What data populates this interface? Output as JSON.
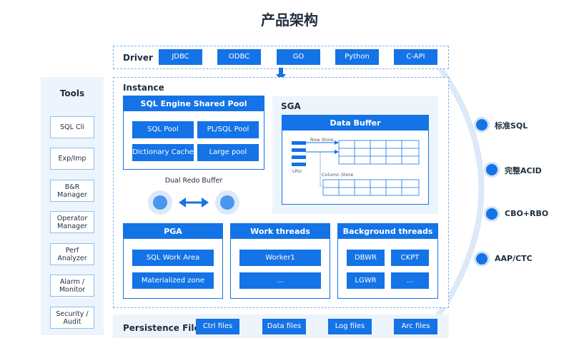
{
  "title": "产品架构",
  "driver": {
    "label": "Driver",
    "items": [
      "JDBC",
      "ODBC",
      "GO",
      "Python",
      "C-API"
    ]
  },
  "instance": {
    "label": "Instance",
    "sql_engine": {
      "header": "SQL Engine Shared Pool",
      "items": [
        "SQL Pool",
        "PL/SQL Pool",
        "Dictionary Cache",
        "Large pool"
      ]
    },
    "dual_redo": "Dual Redo Buffer",
    "sga": {
      "label": "SGA",
      "data_buffer": "Data Buffer",
      "row_store": "Row Store",
      "column_store": "Column Store",
      "lru": "LRU"
    },
    "pga": {
      "header": "PGA",
      "items": [
        "SQL Work Area",
        "Materialized zone"
      ]
    },
    "work_threads": {
      "header": "Work threads",
      "items": [
        "Worker1",
        "..."
      ]
    },
    "background_threads": {
      "header": "Background threads",
      "items": [
        "DBWR",
        "CKPT",
        "LGWR",
        "..."
      ]
    }
  },
  "tools": {
    "label": "Tools",
    "items": [
      "SQL Cli",
      "Exp/Imp",
      "B&R Manager",
      "Operator Manager",
      "Perf Analyzer",
      "Alarm / Monitor",
      "Security / Audit"
    ]
  },
  "persistence": {
    "label": "Persistence File",
    "items": [
      "Ctrl files",
      "Data files",
      "Log files",
      "Arc files"
    ]
  },
  "features": [
    "标准SQL",
    "完整ACID",
    "CBO+RBO",
    "AAP/CTC"
  ],
  "colors": {
    "accent": "#1473e6",
    "light": "#eef4fc",
    "dashed": "#7fb2ea"
  }
}
